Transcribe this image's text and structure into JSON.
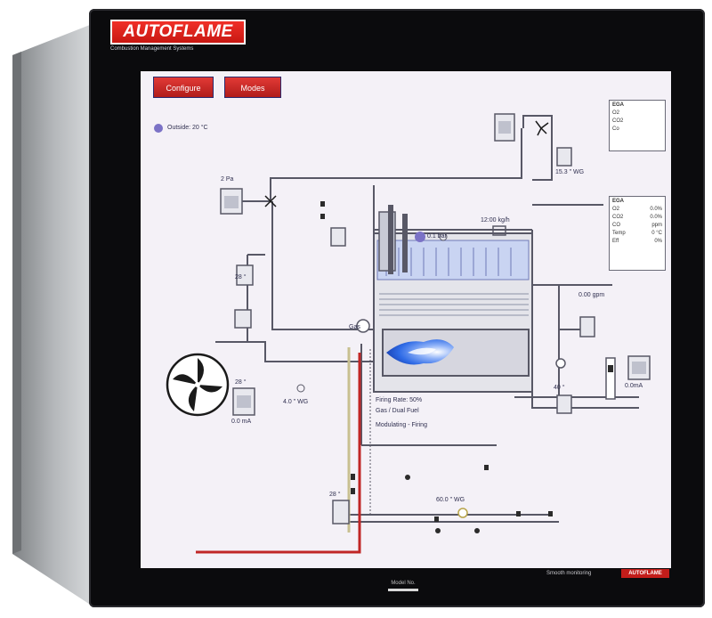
{
  "brand": {
    "logo": "AUTOFLAME",
    "tagline": "Combustion Management Systems"
  },
  "buttons": {
    "configure": "Configure",
    "modes": "Modes"
  },
  "outside": {
    "label": "Outside: 20 °C"
  },
  "readouts": {
    "tl_pressure": "2 Pa",
    "tl_temp": "28 °",
    "fan_temp": "28 °",
    "fan_val": "0.0 mA",
    "fan_pressure": "4.0 \" WG",
    "top_right_pressure": "15.3 \" WG",
    "steam_flow": "12:00 kg/h",
    "level": "0.1 bar",
    "feed_flow": "0.00 gpm",
    "bottom_left_temp": "28 °",
    "bottom_pressure": "60.0 \" WG",
    "right_lower_val": "0.0mA",
    "right_lower_temp": "40 °",
    "gas_label": "Gas"
  },
  "firing": {
    "rate": "Firing Rate: 50%",
    "line2": "Gas / Dual Fuel",
    "modulating": "Modulating - Firing"
  },
  "panels": {
    "top": {
      "title": "EGA",
      "rows": [
        {
          "label": "O2",
          "value": ""
        },
        {
          "label": "CO2",
          "value": ""
        },
        {
          "label": "Co",
          "value": ""
        }
      ]
    },
    "mid": {
      "title": "EGA",
      "rows": [
        {
          "label": "O2",
          "value": "0.0%"
        },
        {
          "label": "CO2",
          "value": "0.0%"
        },
        {
          "label": "CO",
          "value": "ppm"
        },
        {
          "label": "Temp",
          "value": "0 °C"
        },
        {
          "label": "Eff",
          "value": "0%"
        }
      ]
    }
  },
  "footer": {
    "text": "Smooth monitoring",
    "logo": "AUTOFLAME",
    "model": "Model No."
  },
  "colors": {
    "accent_red": "#c81812",
    "screen_bg": "#f4f1f7",
    "line": "#585866",
    "water": "#c9d4f2",
    "flame": "#2f6be6",
    "bezel": "#0b0b0d"
  }
}
